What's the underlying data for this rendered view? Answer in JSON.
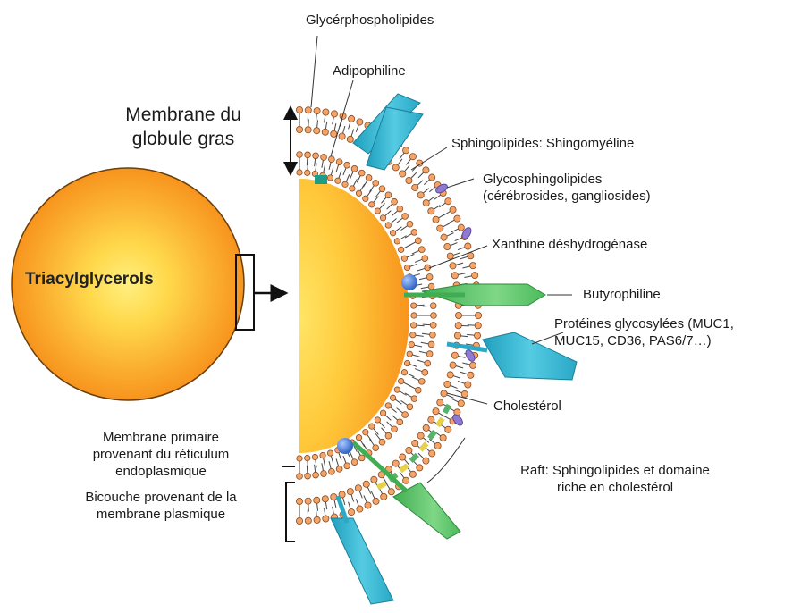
{
  "diagram": {
    "core_label": "Triacylglycerols",
    "membrane_title": [
      "Membrane du",
      "globule gras"
    ],
    "labels": {
      "glycerophospholipids": "Glycérphospholipides",
      "adipophilin": "Adipophiline",
      "sphingolipids": "Sphingolipides: Shingomyéline",
      "glycosphingolipids": [
        "Glycosphingolipides",
        "(cérébrosides, gangliosides)"
      ],
      "xanthine": "Xanthine déshydrogénase",
      "butyrophilin": "Butyrophiline",
      "glycoproteins": [
        "Protéines glycosylées (MUC1,",
        "MUC15, CD36, PAS6/7…)"
      ],
      "cholesterol": "Cholestérol",
      "raft": [
        "Raft: Sphingolipides et domaine",
        "riche en cholestérol"
      ],
      "primary_membrane": [
        "Membrane primaire",
        "provenant du réticulum",
        "endoplasmique"
      ],
      "bilayer": [
        "Bicouche provenant de la",
        "membrane plasmique"
      ]
    },
    "colors": {
      "core_outer": "#f7941d",
      "core_inner": "#ffe566",
      "lipid_head": "#f2a46a",
      "protein_blue": "#3fbcd8",
      "protein_green": "#5cc46b",
      "glyco_purple": "#8f7ad1",
      "sphere_blue": "#4f86d6"
    }
  }
}
